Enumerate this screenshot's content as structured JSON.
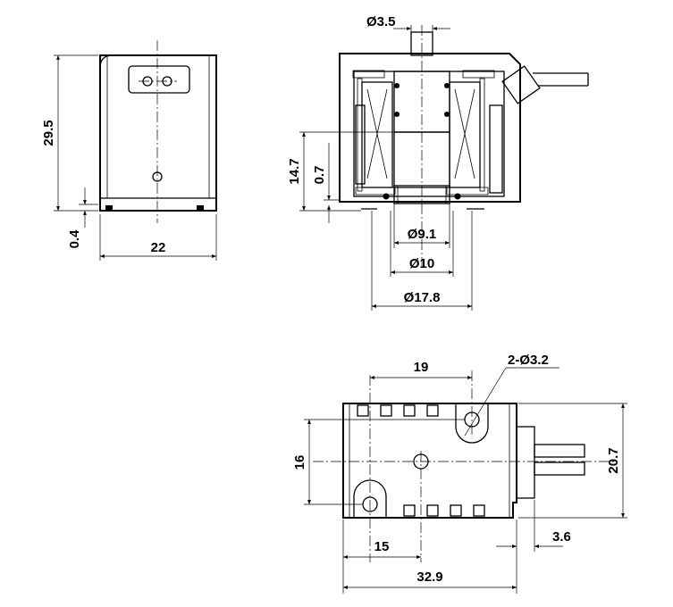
{
  "dimensions": {
    "height_29_5": "29.5",
    "gap_0_4": "0.4",
    "width_22": "22",
    "dia_3_5": "Ø3.5",
    "height_14_7": "14.7",
    "gap_0_7": "0.7",
    "dia_9_1": "Ø9.1",
    "dia_10": "Ø10",
    "dia_17_8": "Ø17.8",
    "hole_spacing_19": "19",
    "holes_2_dia_3_2": "2-Ø3.2",
    "height_16": "16",
    "height_20_7": "20.7",
    "offset_15": "15",
    "length_32_9": "32.9",
    "length_3_6": "3.6"
  }
}
